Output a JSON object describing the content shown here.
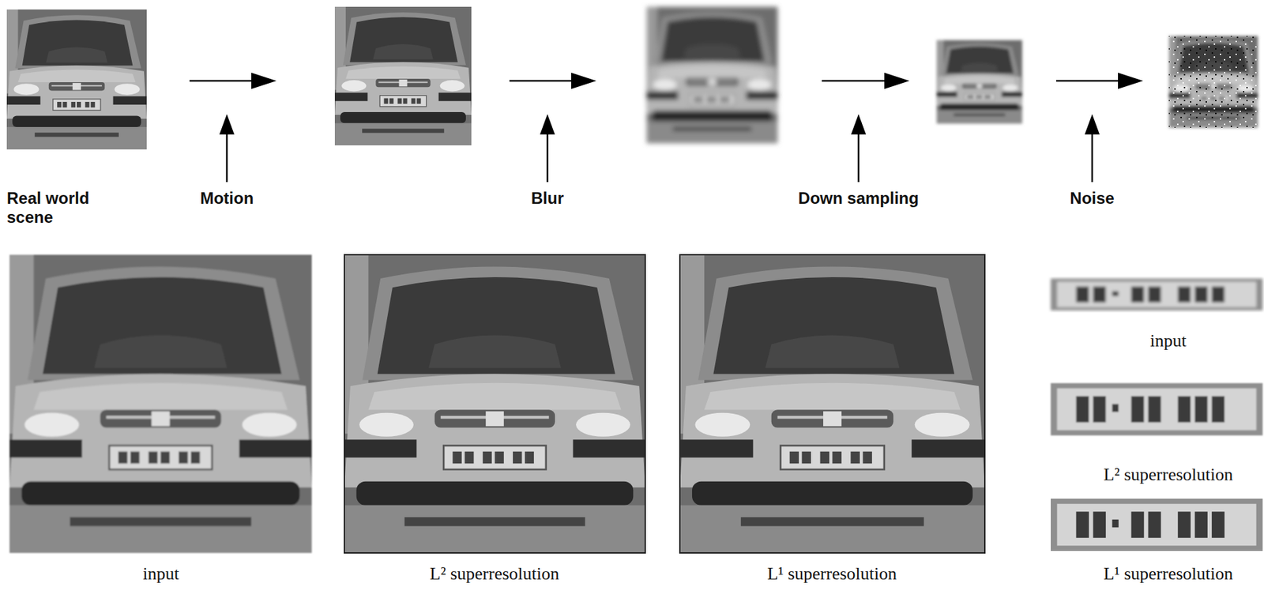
{
  "diagram": {
    "labels": [
      "Real world scene",
      "Motion",
      "Blur",
      "Down sampling",
      "Noise",
      "input",
      "L² superresolution",
      "L¹ superresolution",
      "input",
      "L² superresolution",
      "L¹ superresolution"
    ]
  }
}
